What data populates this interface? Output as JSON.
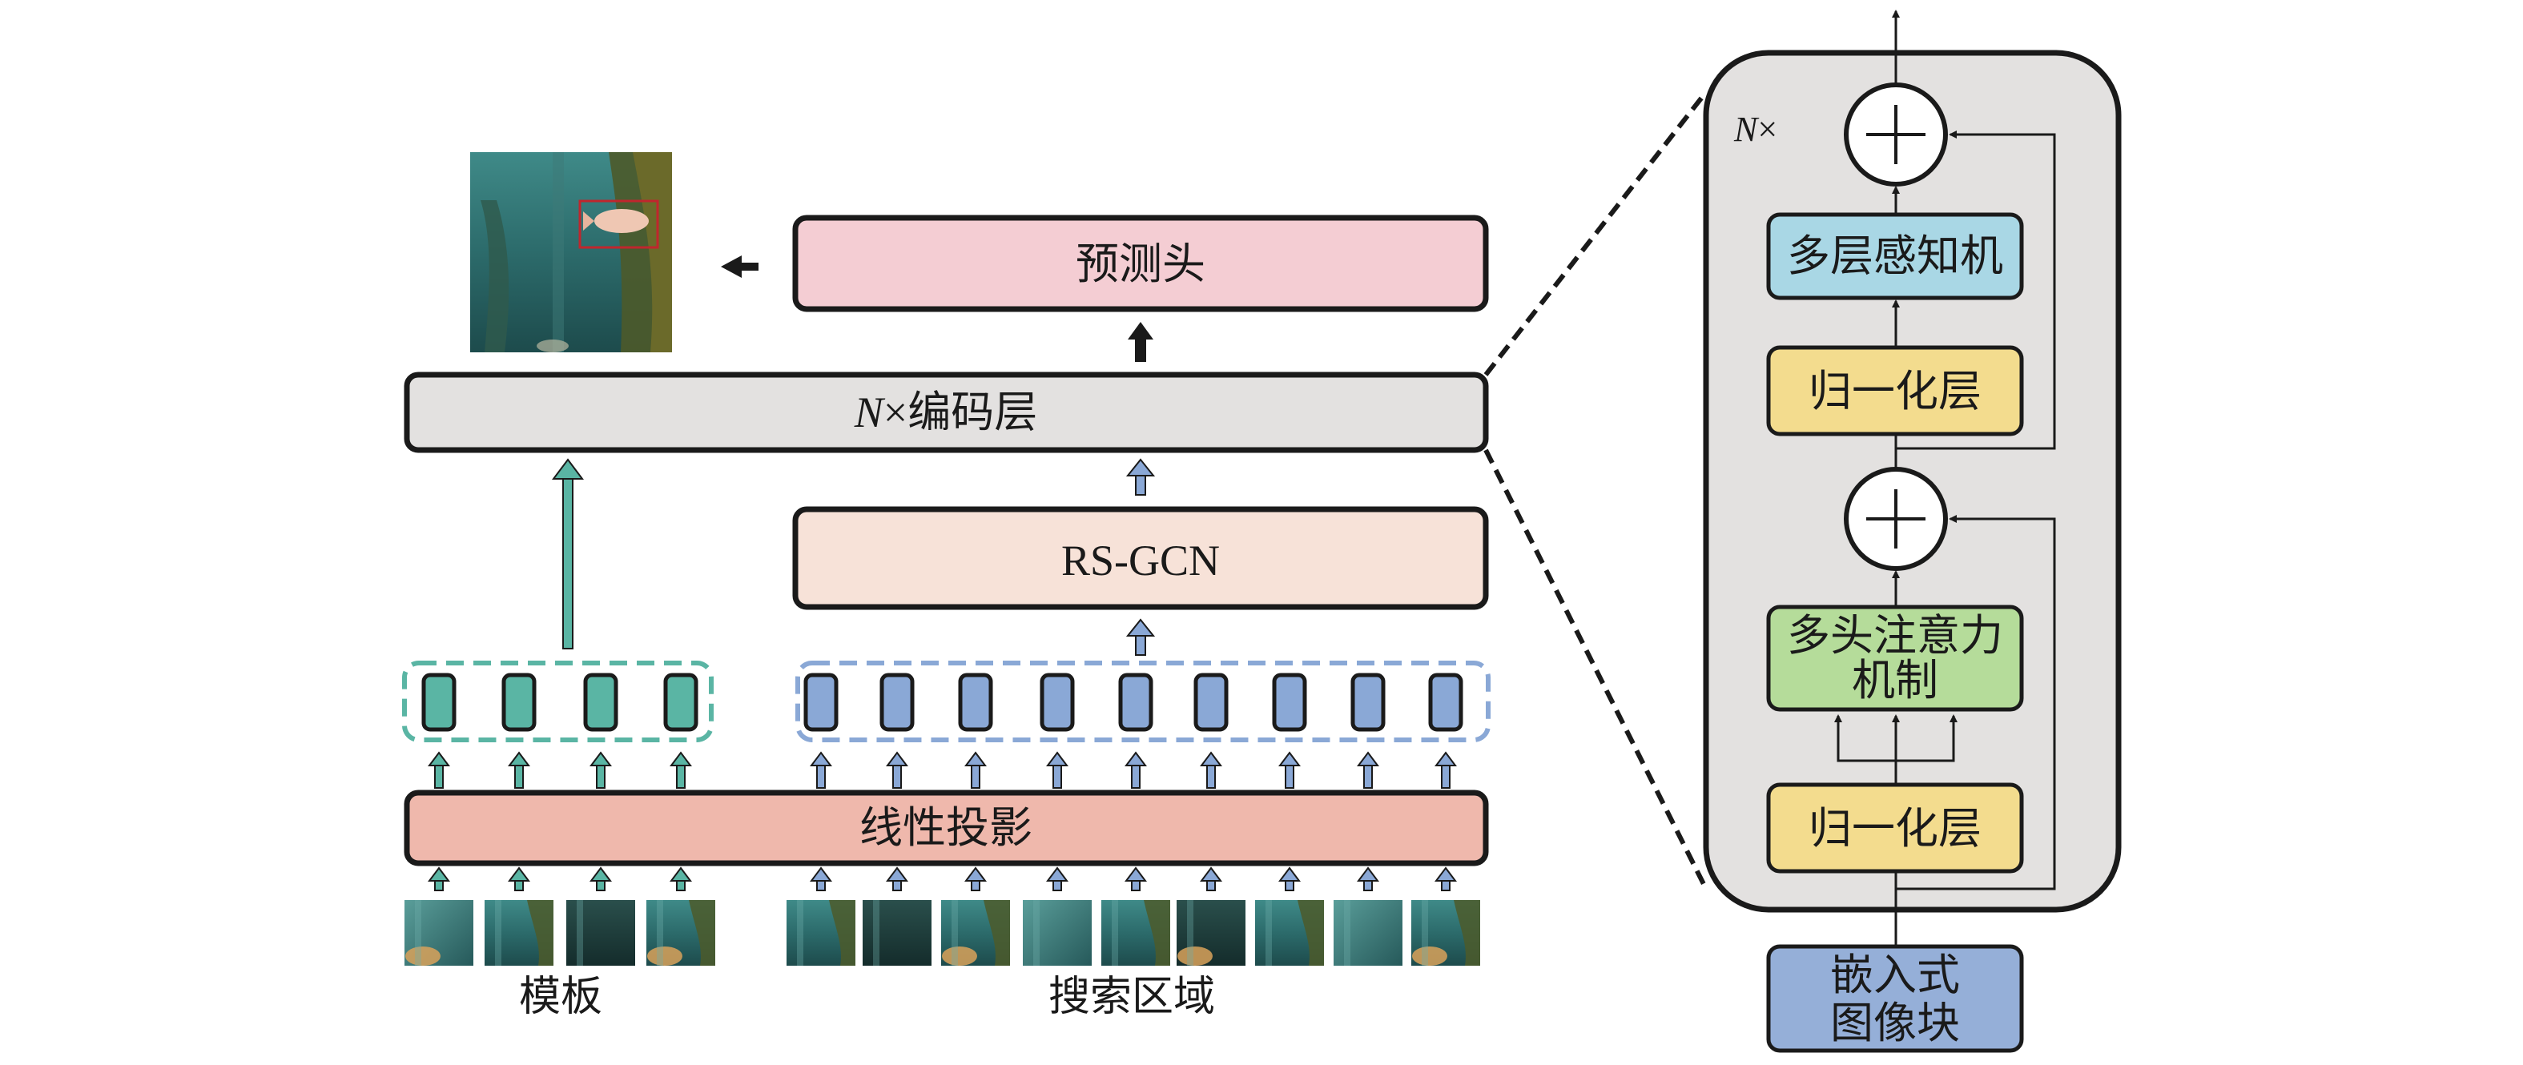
{
  "diagram": {
    "left": {
      "predict_head": "预测头",
      "encoder_prefix": "N",
      "encoder_suffix": "×编码层",
      "rsgcn": "RS-GCN",
      "linear_projection": "线性投影",
      "template_caption": "模板",
      "search_caption": "搜索区域"
    },
    "right": {
      "repeat_prefix": "N",
      "repeat_suffix": "×",
      "mlp": "多层感知机",
      "norm_top": "归一化层",
      "mhsa_line1": "多头注意力",
      "mhsa_line2": "机制",
      "norm_bottom": "归一化层",
      "embed_line1": "嵌入式",
      "embed_line2": "图像块"
    },
    "colors": {
      "template_token": "#5ab5a4",
      "search_token": "#8aa8d6",
      "linear_projection": "#efb8ac",
      "predict_head": "#f4cdd3",
      "rsgcn": "#f7e2d8",
      "encoder": "#e3e1e0",
      "mlp": "#a9d7e5",
      "norm": "#f3dc8e",
      "mhsa": "#b5dc9a",
      "embed": "#95afd8",
      "panel": "#e3e1e0"
    },
    "icons": [
      "plus-circle-icon",
      "arrow-up-icon",
      "arrow-left-icon"
    ]
  }
}
